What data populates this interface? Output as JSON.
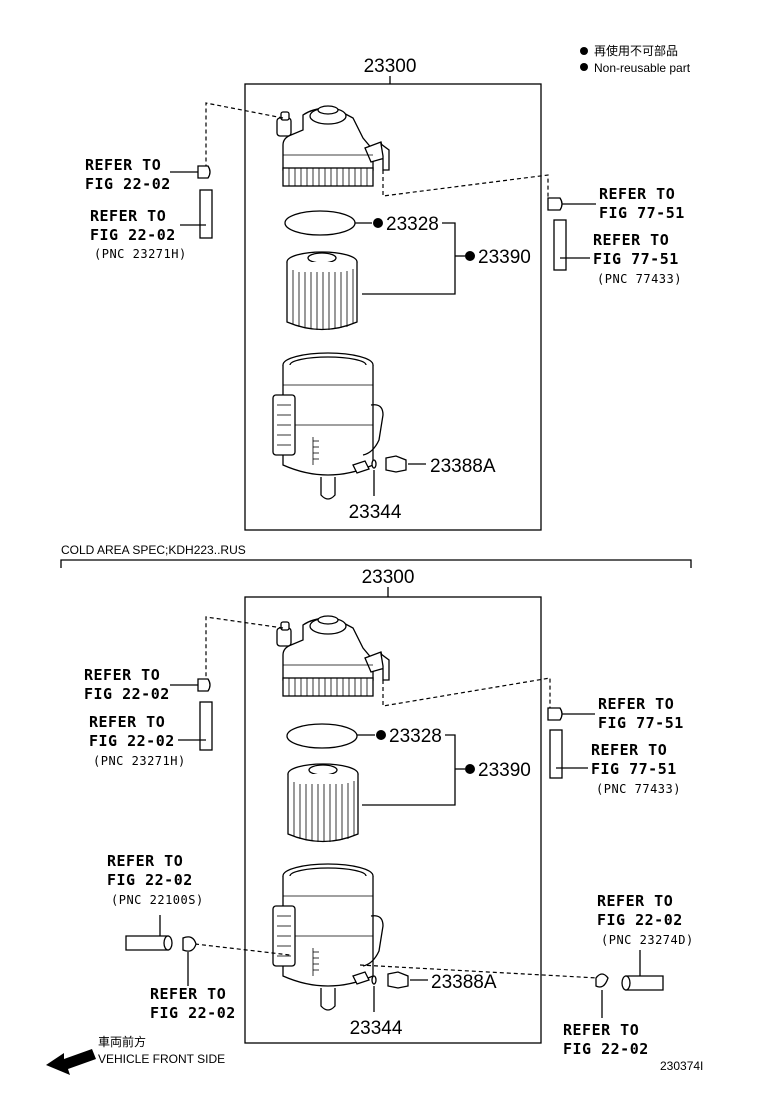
{
  "legend": {
    "line_ja": "再使用不可部品",
    "line_en": "Non-reusable part"
  },
  "upper": {
    "assembly_number": "23300",
    "parts": {
      "gasket": "23328",
      "element": "23390",
      "drain_plug": "23388A",
      "o_ring": "23344"
    },
    "refs": [
      {
        "line1": "REFER TO",
        "line2": "FIG 22-02",
        "pnc": ""
      },
      {
        "line1": "REFER TO",
        "line2": "FIG 22-02",
        "pnc": "(PNC 23271H)"
      },
      {
        "line1": "REFER TO",
        "line2": "FIG 77-51",
        "pnc": ""
      },
      {
        "line1": "REFER TO",
        "line2": "FIG 77-51",
        "pnc": "(PNC 77433)"
      }
    ]
  },
  "section_label": "COLD AREA SPEC;KDH223..RUS",
  "lower": {
    "assembly_number": "23300",
    "parts": {
      "gasket": "23328",
      "element": "23390",
      "drain_plug": "23388A",
      "o_ring": "23344"
    },
    "refs": [
      {
        "line1": "REFER TO",
        "line2": "FIG 22-02",
        "pnc": ""
      },
      {
        "line1": "REFER TO",
        "line2": "FIG 22-02",
        "pnc": "(PNC 23271H)"
      },
      {
        "line1": "REFER TO",
        "line2": "FIG 77-51",
        "pnc": ""
      },
      {
        "line1": "REFER TO",
        "line2": "FIG 77-51",
        "pnc": "(PNC 77433)"
      },
      {
        "line1": "REFER TO",
        "line2": "FIG 22-02",
        "pnc": "(PNC 22100S)"
      },
      {
        "line1": "REFER TO",
        "line2": "FIG 22-02",
        "pnc": ""
      },
      {
        "line1": "REFER TO",
        "line2": "FIG 22-02",
        "pnc": "(PNC 23274D)"
      },
      {
        "line1": "REFER TO",
        "line2": "FIG 22-02",
        "pnc": ""
      }
    ]
  },
  "direction": {
    "label_ja": "車両前方",
    "label_en": "VEHICLE FRONT SIDE"
  },
  "figure_number": "230374I"
}
